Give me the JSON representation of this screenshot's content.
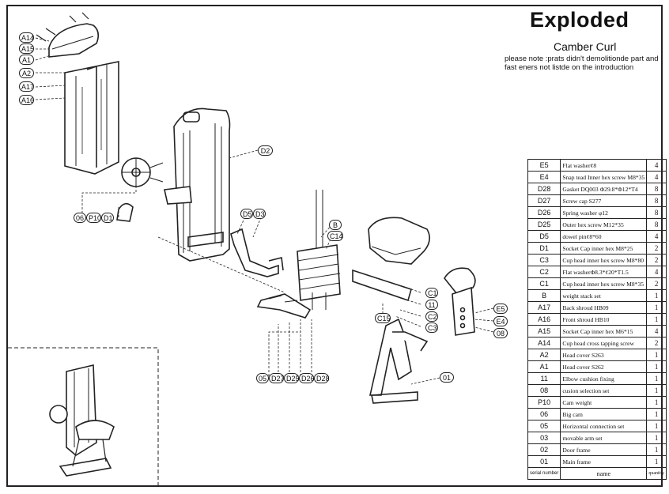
{
  "header": {
    "title": "Exploded",
    "subtitle": "Camber Curl",
    "note": "please note :prats didn't demolitionde part and fast eners not listde on the introduction"
  },
  "callouts": [
    "A14",
    "A15",
    "A1",
    "A2",
    "A17",
    "A16",
    "D2",
    "06",
    "P10",
    "D1",
    "D5",
    "D3",
    "B",
    "C14",
    "C1",
    "11",
    "C2",
    "C3",
    "C15",
    "E5",
    "E4",
    "08",
    "05",
    "D27",
    "D25",
    "D26",
    "D28",
    "01"
  ],
  "parts_table": {
    "rows": [
      {
        "code": "E5",
        "name": "Flat washer¢8",
        "qty": "4"
      },
      {
        "code": "E4",
        "name": "Snap tead Inner hex screw M8*35",
        "qty": "4"
      },
      {
        "code": "D28",
        "name": "Gasket DQ003  Φ29.8*Φ12*T4",
        "qty": "8"
      },
      {
        "code": "D27",
        "name": "Screw cap S277",
        "qty": "8"
      },
      {
        "code": "D26",
        "name": "Spring washer φ12",
        "qty": "8"
      },
      {
        "code": "D25",
        "name": "Outer hex screw M12*35",
        "qty": "8"
      },
      {
        "code": "D5",
        "name": "dowel pin¢8*60",
        "qty": "4"
      },
      {
        "code": "D1",
        "name": "Socket Cap inner hex M8*25",
        "qty": "2"
      },
      {
        "code": "C3",
        "name": "Cup head inner hex screw M8*80",
        "qty": "2"
      },
      {
        "code": "C2",
        "name": "Flat washerΦ8.3*¢20*T1.5",
        "qty": "4"
      },
      {
        "code": "C1",
        "name": "Cup head inner hex screw M8*35",
        "qty": "2"
      },
      {
        "code": "B",
        "name": "weight stack set",
        "qty": "1"
      },
      {
        "code": "A17",
        "name": "Back shroud HB09",
        "qty": "1"
      },
      {
        "code": "A16",
        "name": "Front shroud HB10",
        "qty": "1"
      },
      {
        "code": "A15",
        "name": "Socket Cap inner hex M6*15",
        "qty": "4"
      },
      {
        "code": "A14",
        "name": "Cup head cross tapping screw",
        "qty": "2"
      },
      {
        "code": "A2",
        "name": "Head cover  S263",
        "qty": "1"
      },
      {
        "code": "A1",
        "name": "Head cover  S262",
        "qty": "1"
      },
      {
        "code": "11",
        "name": "Elbow cushion fixing",
        "qty": "1"
      },
      {
        "code": "08",
        "name": "cusion selection set",
        "qty": "1"
      },
      {
        "code": "P10",
        "name": "Cam weight",
        "qty": "1"
      },
      {
        "code": "06",
        "name": "Big cam",
        "qty": "1"
      },
      {
        "code": "05",
        "name": "Horizontal connection set",
        "qty": "1"
      },
      {
        "code": "03",
        "name": "movable arm set",
        "qty": "1"
      },
      {
        "code": "02",
        "name": "Door frame",
        "qty": "1"
      },
      {
        "code": "01",
        "name": "Main frame",
        "qty": "1"
      }
    ],
    "header": {
      "code": "serial number",
      "name": "name",
      "qty": "quantity"
    }
  }
}
